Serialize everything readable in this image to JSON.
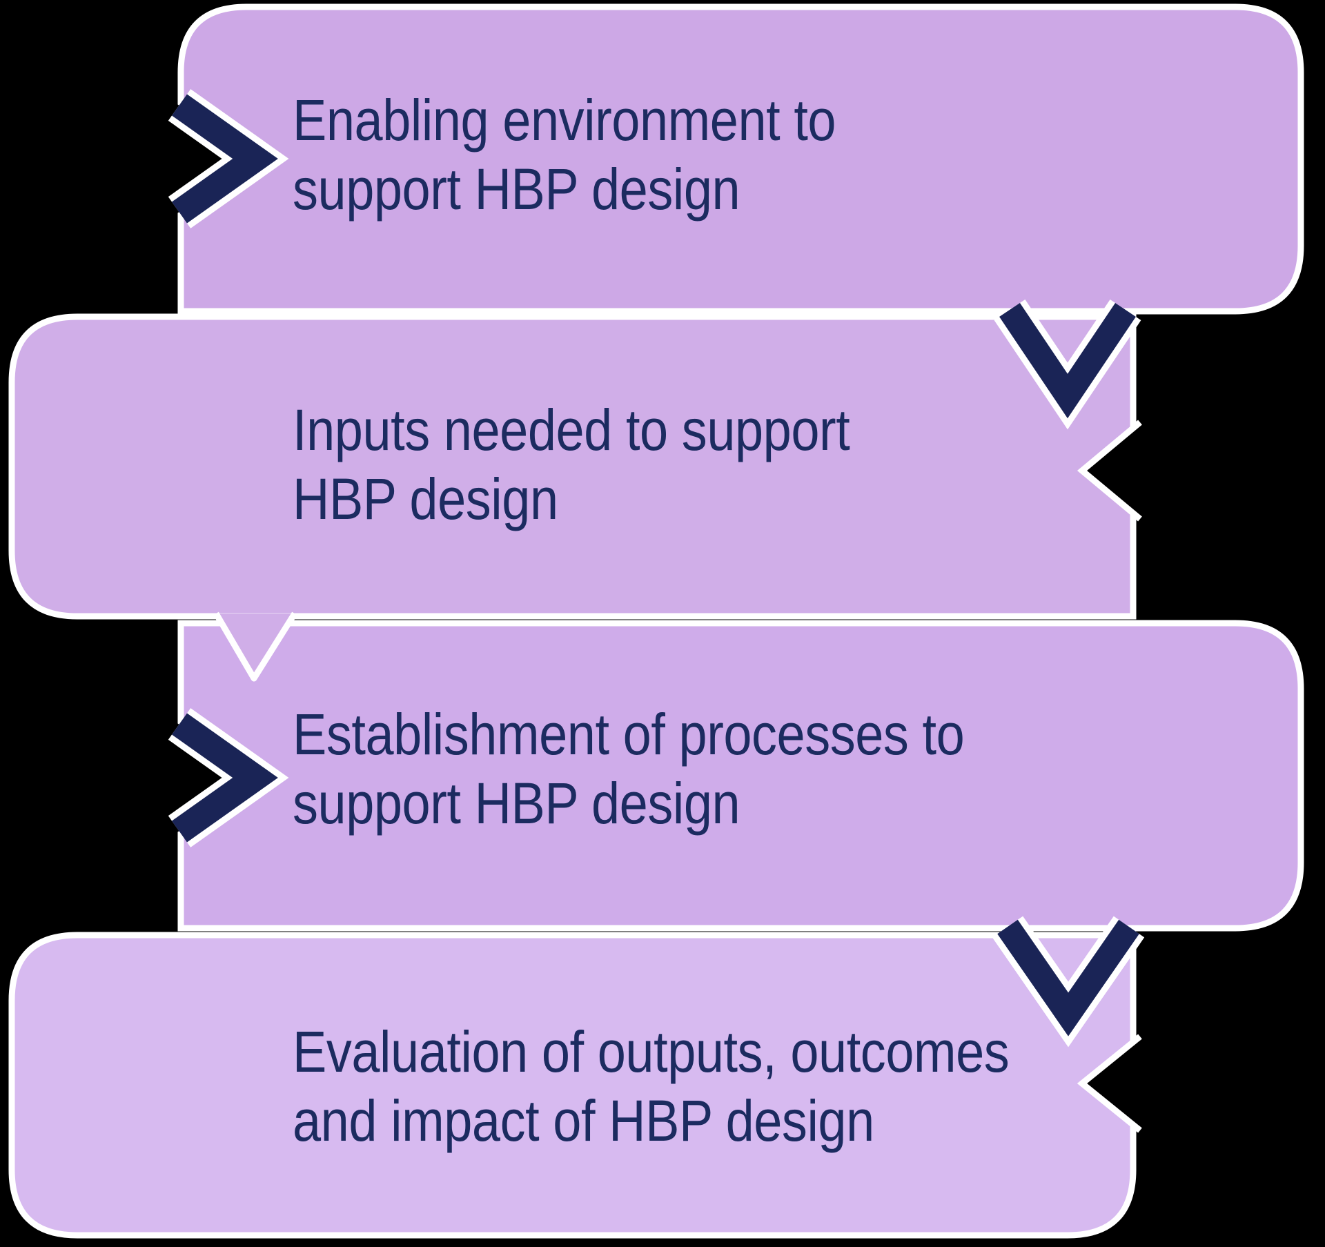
{
  "diagram": {
    "title": "HBP design flow diagram",
    "background": "#000000",
    "boxes": [
      {
        "id": "step-1",
        "label": "Enabling environment to\nsupport HBP design"
      },
      {
        "id": "step-2",
        "label": "Inputs needed to support\nHBP design"
      },
      {
        "id": "step-3",
        "label": "Establishment of processes to\nsupport HBP design"
      },
      {
        "id": "step-4",
        "label": "Evaluation of outputs, outcomes\nand impact of HBP design"
      }
    ]
  },
  "colors": {
    "box1_fill": "#cda8e6",
    "box2_fill": "#d0aee8",
    "box3_fill": "#cfacea",
    "box4_fill": "#d7baf0",
    "chevron_navy": "#1a2456",
    "text_navy": "#1c2b60",
    "outline_white": "#ffffff",
    "background_black": "#000000"
  }
}
